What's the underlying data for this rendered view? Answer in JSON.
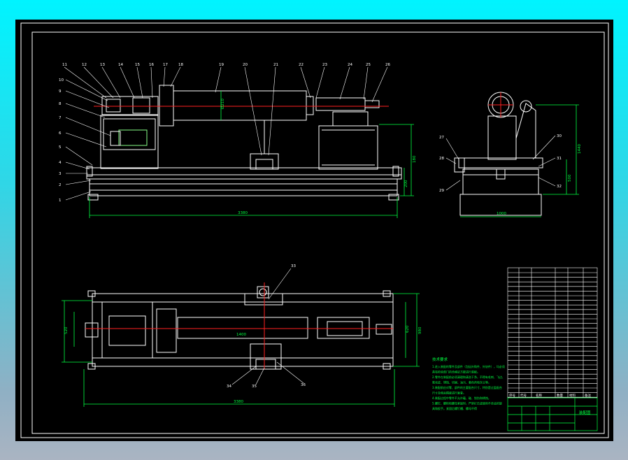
{
  "colors": {
    "background": "#000000",
    "outline": "#ffffff",
    "centerline": "#ff2020",
    "dimension": "#00ff40",
    "leader": "#ffffff"
  },
  "front_view": {
    "part_labels_top": [
      "11",
      "12",
      "13",
      "14",
      "15",
      "16",
      "17",
      "18",
      "19",
      "20",
      "21",
      "22",
      "23",
      "24",
      "25",
      "26"
    ],
    "part_labels_left": [
      "10",
      "9",
      "8",
      "7",
      "6",
      "5",
      "4",
      "3",
      "2",
      "1"
    ],
    "dim_length": "3380",
    "dim_height": "180",
    "dim_base": "200",
    "dim_tube": "Ø210"
  },
  "side_view": {
    "part_labels": [
      "27",
      "28",
      "29",
      "30",
      "31",
      "32"
    ],
    "dim_width": "1000",
    "dim_height": "1440",
    "dim_base": "500"
  },
  "top_view": {
    "part_labels": [
      "33",
      "34",
      "35",
      "36"
    ],
    "dim_length": "3380",
    "dim_width": "980",
    "dim_inner": "620",
    "dim_left": "520",
    "dim_center": "1400"
  },
  "notes": {
    "title": "技术要求",
    "lines": [
      "1.进入装配的零件及部件（包括外购件、外协件），均必须",
      "具有检验部门的合格证方能进行装配。",
      "2.零件在装配前必须清理和清洗干净，不得有毛刺、飞边、",
      "氧化皮、锈蚀、切屑、油污、着色剂和灰尘等。",
      "3.装配前应对零、部件的主要配合尺寸，特别是过盈配合",
      "尺寸及相关精度进行复查。",
      "4.装配过程中零件不允许磕、碰、划伤和锈蚀。",
      "5.螺钉、螺栓和螺母紧固时，严禁打击或使用不合适的旋",
      "具和扳手。紧固后螺钉槽、螺母不得"
    ]
  },
  "title_block": {
    "drawing_no": "装配图",
    "footer_cols": [
      "序号",
      "代号",
      "名称",
      "数量",
      "材料",
      "备注"
    ]
  }
}
